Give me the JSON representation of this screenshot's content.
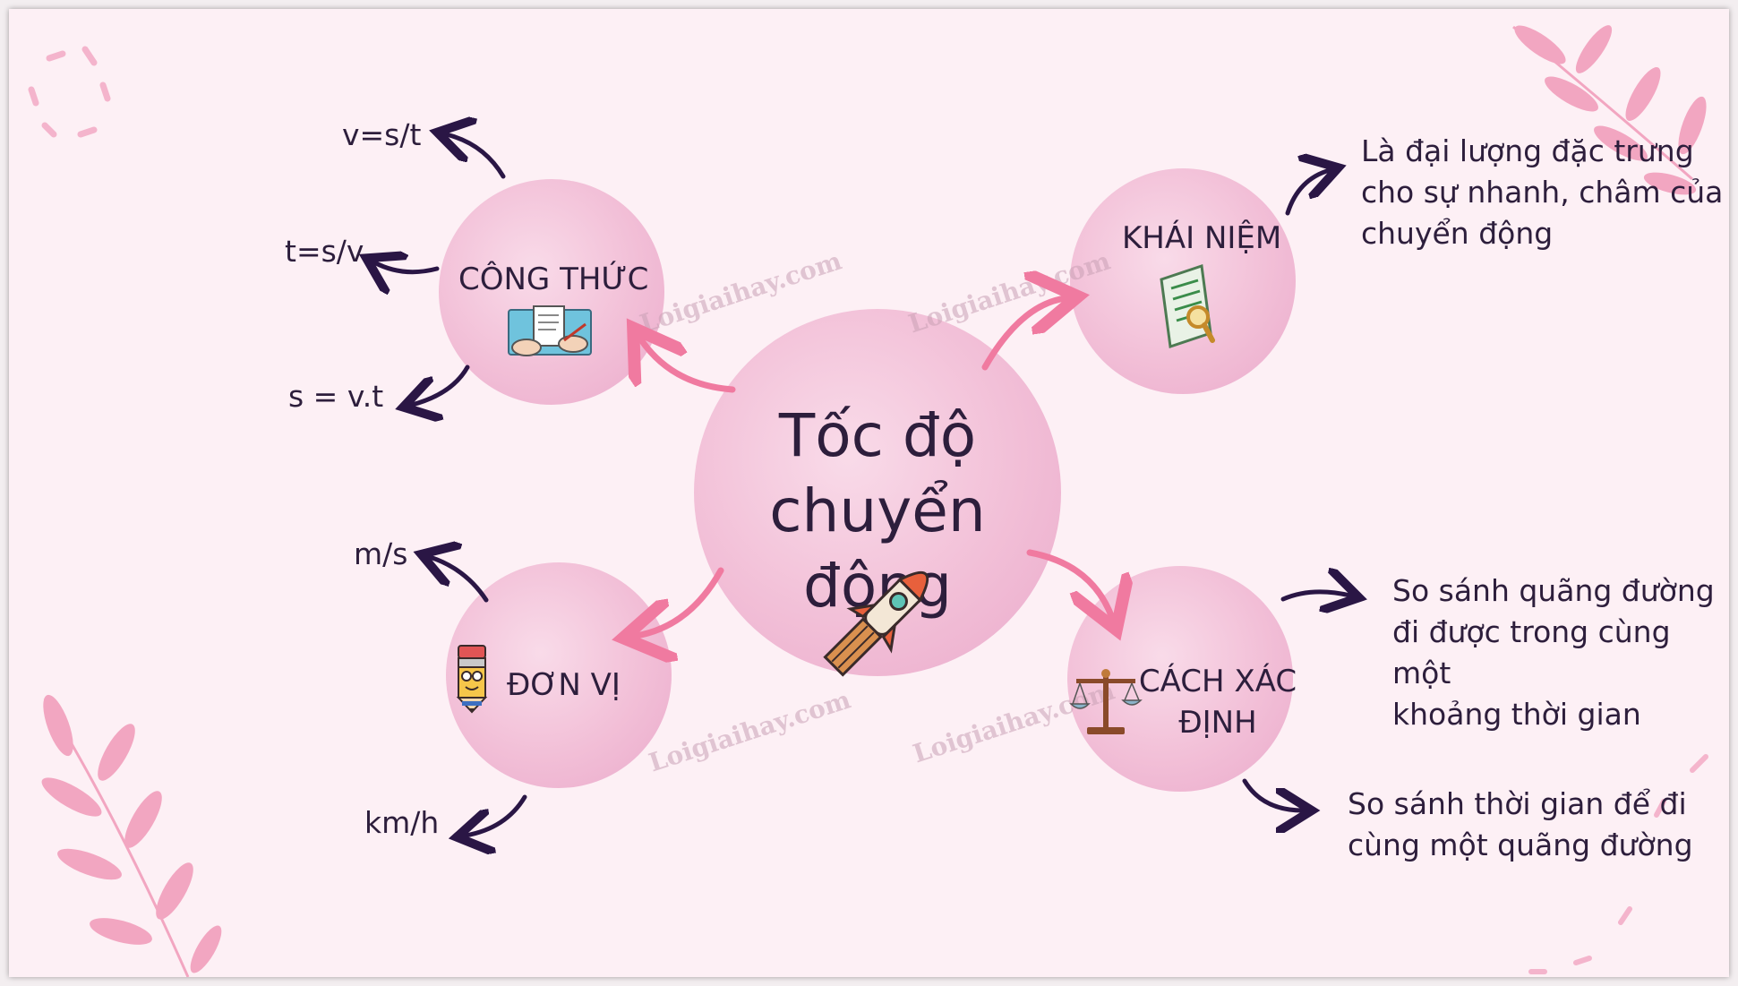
{
  "center": {
    "line1": "Tốc độ",
    "line2": "chuyển động",
    "icon": "rocket-icon"
  },
  "concept": {
    "title": "KHÁI NIỆM",
    "icon": "document-magnifier-icon",
    "desc": [
      "Là đại lượng đặc trưng",
      "cho sự nhanh, châm của",
      "chuyển động"
    ]
  },
  "formula": {
    "title": "CÔNG THỨC",
    "icon": "writing-hand-icon",
    "items": [
      "v=s/t",
      "t=s/v",
      "s = v.t"
    ]
  },
  "unit": {
    "title": "ĐƠN VỊ",
    "icon": "pencil-character-icon",
    "items": [
      "m/s",
      "km/h"
    ]
  },
  "method": {
    "title_line1": "CÁCH XÁC",
    "title_line2": "ĐỊNH",
    "icon": "balance-scale-icon",
    "way1": [
      "So sánh quãng đường",
      "đi được trong cùng một",
      "khoảng thời gian"
    ],
    "way2": [
      "So sánh thời gian để đi",
      "cùng một quãng đường"
    ]
  },
  "watermark": "Loigiaihay.com",
  "colors": {
    "background": "#fdf0f5",
    "bubble": "#f2bfd7",
    "text": "#2d1e3c",
    "pink_arrow": "#f07aa0",
    "dark_arrow": "#2a1645",
    "leaf": "#f19ab8"
  }
}
